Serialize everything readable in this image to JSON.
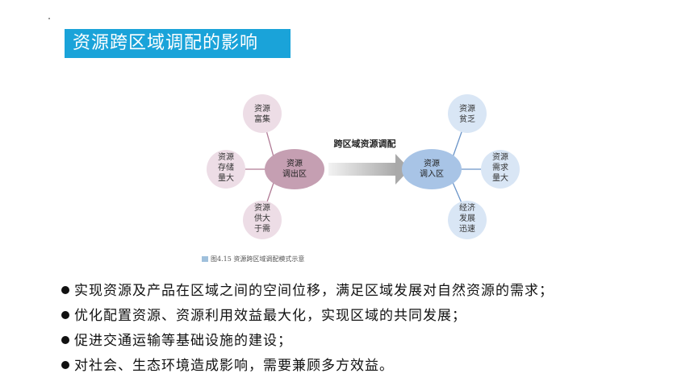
{
  "title": "资源跨区域调配的影响",
  "diagram": {
    "left_center": "资源\n调出区",
    "left_nodes": [
      "资源\n富集",
      "资源\n存储\n量大",
      "资源\n供大\n于需"
    ],
    "arrow_label": "跨区域资源调配",
    "right_center": "资源\n调入区",
    "right_nodes": [
      "资源\n贫乏",
      "资源\n需求\n量大",
      "经济\n发展\n迅速"
    ],
    "colors": {
      "left_center": "#c59fb2",
      "left_node": "#eddde6",
      "right_center": "#a8c4e6",
      "right_node": "#d9e6f5"
    }
  },
  "caption": "图4.15  资源跨区域调配模式示意",
  "bullets": [
    "实现资源及产品在区域之间的空间位移，满足区域发展对自然资源的需求；",
    "优化配置资源、资源利用效益最大化，实现区域的共同发展；",
    "促进交通运输等基础设施的建设；",
    "对社会、生态环境造成影响，需要兼顾多方效益。"
  ]
}
